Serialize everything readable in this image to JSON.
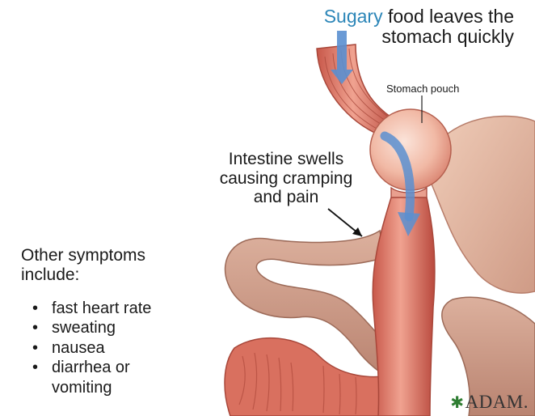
{
  "header": {
    "accent_word": "Sugary",
    "line1_rest": " food leaves the",
    "line2": "stomach quickly"
  },
  "labels": {
    "pouch": "Stomach pouch",
    "swell_line1": "Intestine swells",
    "swell_line2": "causing cramping",
    "swell_line3": "and pain"
  },
  "symptoms": {
    "title_line1": "Other symptoms",
    "title_line2": "include:",
    "items": [
      "fast heart rate",
      "sweating",
      "nausea",
      "diarrhea or"
    ],
    "item4_continuation": "vomiting"
  },
  "logo": {
    "text": "ADAM."
  },
  "icons": {
    "flow_arrow": "down-arrow-icon",
    "logo_mark": "leaf-icon"
  },
  "colors": {
    "accent_text": "#2c86b8",
    "flow_arrow": "#5a8fd0",
    "tissue": "#e27d6c",
    "stomach_pale": "#ecc3ae",
    "intestine_pale": "#cfa28f"
  }
}
